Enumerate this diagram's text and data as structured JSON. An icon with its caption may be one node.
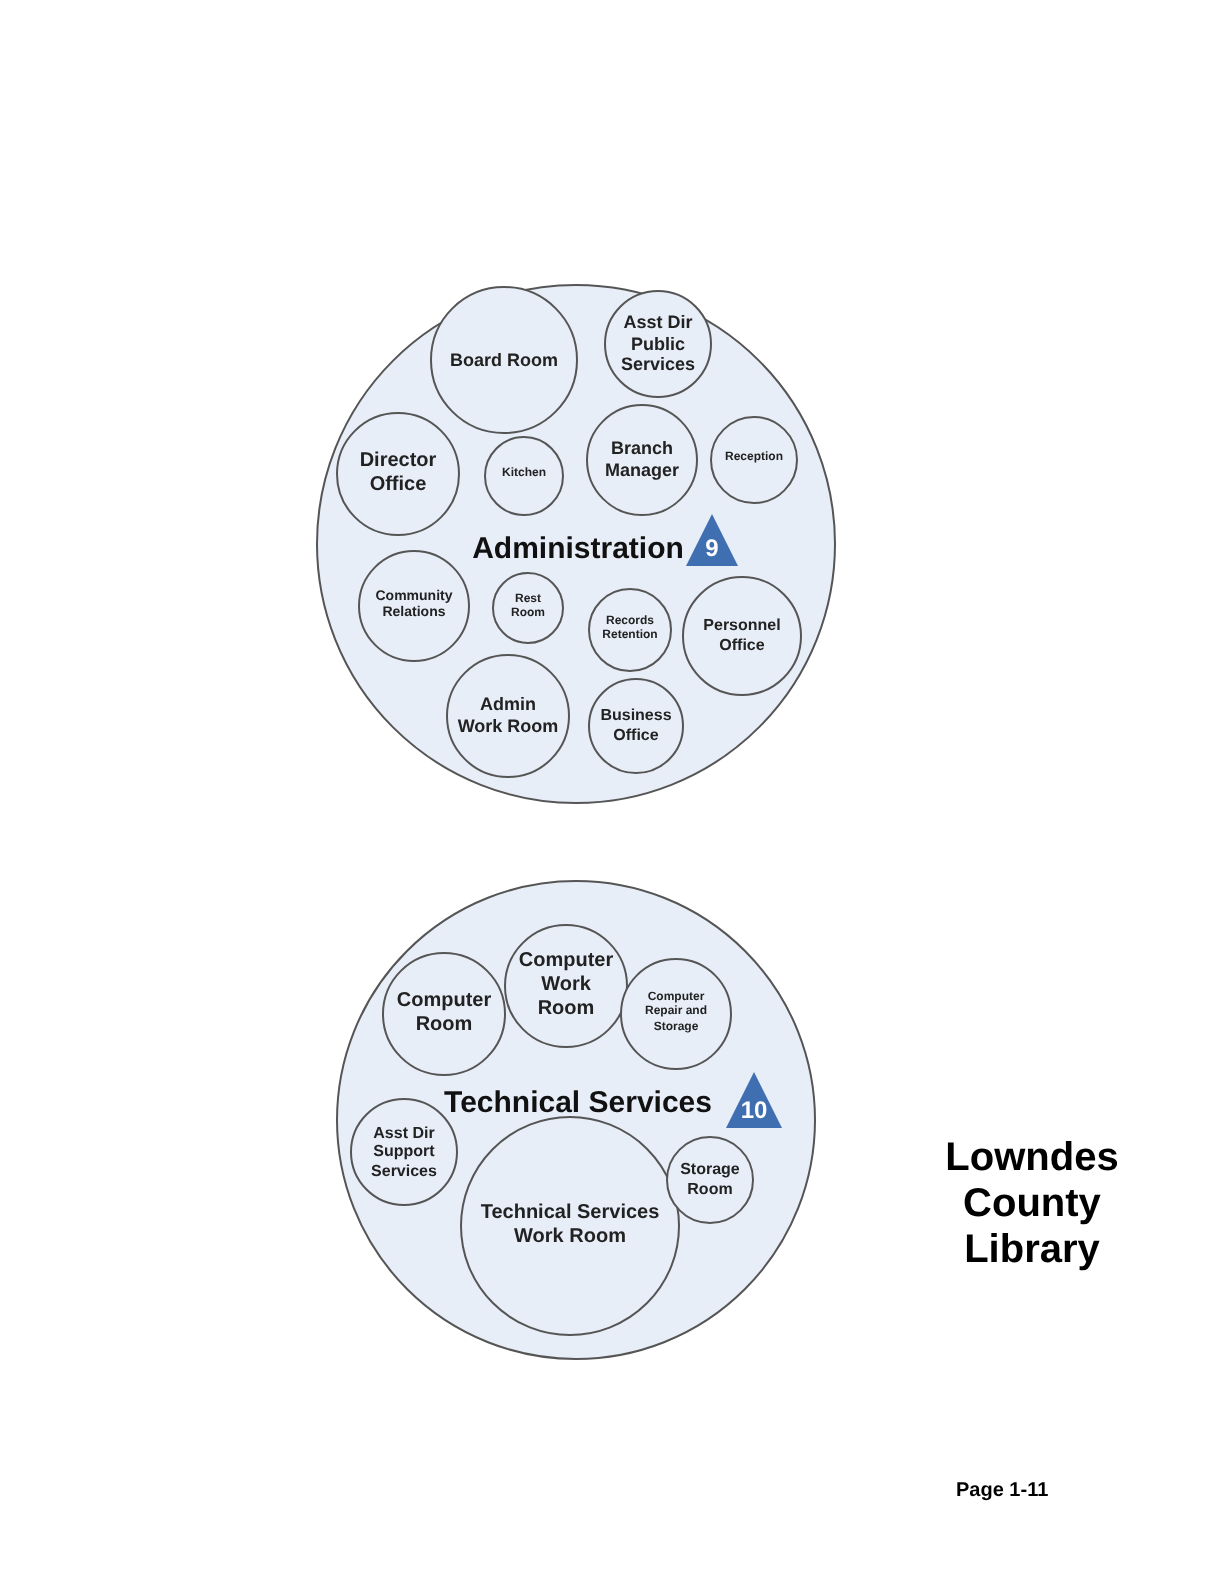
{
  "diagram": {
    "nodes": [
      {
        "text": [
          "Administration"
        ]
      },
      {
        "text": [
          "Board Room"
        ],
        "in": 0
      },
      {
        "text": [
          "Asst Dir Public Services"
        ],
        "in": 0
      },
      {
        "text": [
          "Director Office"
        ],
        "in": 0
      },
      {
        "text": [
          "Kitchen"
        ],
        "in": 0
      },
      {
        "text": [
          "Branch Manager"
        ],
        "in": 0
      },
      {
        "text": [
          "Reception"
        ],
        "in": 0
      },
      {
        "text": [
          "9"
        ],
        "in": 0
      },
      {
        "text": [
          "Community Relations"
        ],
        "in": 0
      },
      {
        "text": [
          "Rest Room"
        ],
        "in": 0
      },
      {
        "text": [
          "Records Retention"
        ],
        "in": 0
      },
      {
        "text": [
          "Personnel Office"
        ],
        "in": 0
      },
      {
        "text": [
          "Admin Work Room"
        ],
        "in": 0
      },
      {
        "text": [
          "Business Office"
        ],
        "in": 0
      },
      {
        "text": [
          "Technical Services"
        ]
      },
      {
        "text": [
          "Computer Room"
        ],
        "in": 14
      },
      {
        "text": [
          "Computer Work Room"
        ],
        "in": 14
      },
      {
        "text": [
          "Computer Repair and Storage"
        ],
        "in": 14
      },
      {
        "text": [
          "10"
        ],
        "in": 14
      },
      {
        "text": [
          "Asst Dir Support Services"
        ],
        "in": 14
      },
      {
        "text": [
          "Technical Services Work Room"
        ],
        "in": 14
      },
      {
        "text": [
          "Storage Room"
        ],
        "in": 14
      }
    ],
    "labels": [
      "Lowndes County Library",
      "Page 1-11"
    ]
  }
}
